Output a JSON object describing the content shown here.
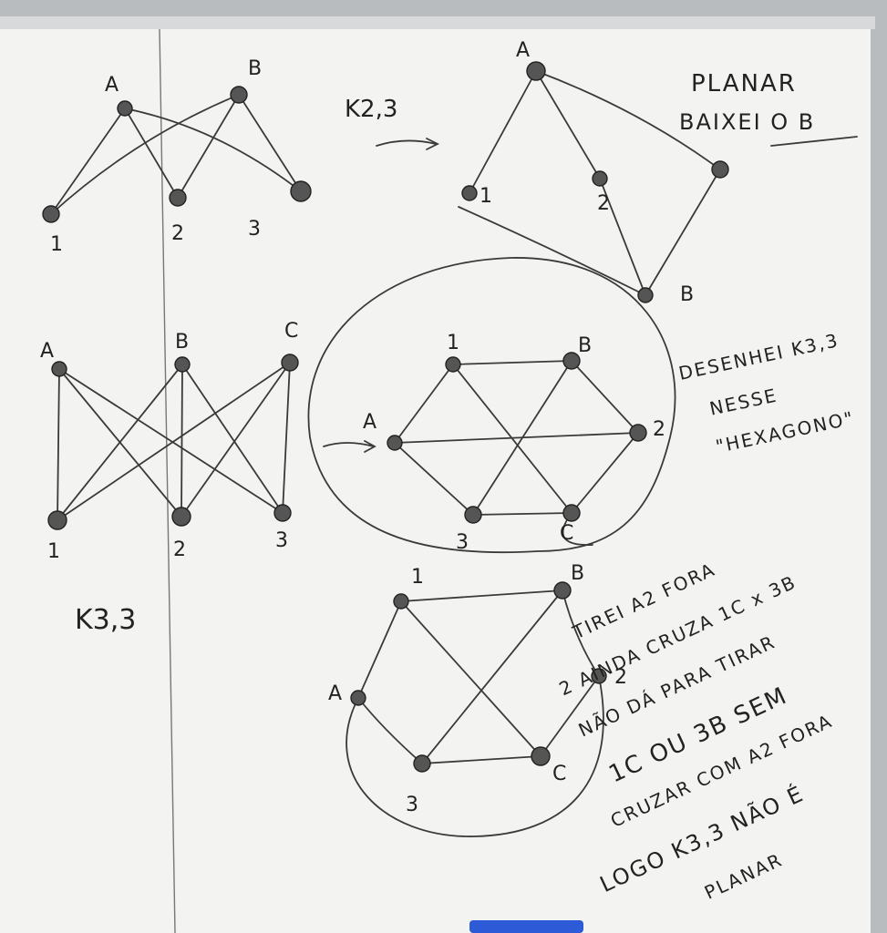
{
  "board": {
    "colors": {
      "surface": "#f3f4f2",
      "frame": "#b9bcbf",
      "marker": "#2b2b2b",
      "tray": "#2d5ad6"
    }
  },
  "k23_bipartite": {
    "top": [
      "A",
      "B"
    ],
    "bottom": [
      "1",
      "2",
      "3"
    ],
    "label": "K2,3"
  },
  "k23_planar": {
    "nodes": [
      "A",
      "1",
      "2",
      "B"
    ]
  },
  "note_planar": {
    "line1": "PLANAR",
    "line2": "BAIXEI O B"
  },
  "k33_bipartite": {
    "top": [
      "A",
      "B",
      "C"
    ],
    "bottom": [
      "1",
      "2",
      "3"
    ],
    "label": "K3,3"
  },
  "hexagon": {
    "nodes": [
      "1",
      "B",
      "2",
      "C",
      "3",
      "A"
    ]
  },
  "note_hexagon": {
    "line1": "DESENHEI K3,3",
    "line2": "NESSE",
    "line3": "\"HEXAGONO\""
  },
  "hexagon_bottom": {
    "nodes": [
      "1",
      "B",
      "2",
      "C",
      "3",
      "A"
    ]
  },
  "note_conclusion": {
    "line1": "TIREI A2 FORA",
    "line2": "2 AINDA CRUZA 1C x 3B",
    "line3": "NÃO DÁ PARA TIRAR",
    "line4": "1C OU 3B SEM",
    "line5": "CRUZAR COM A2 FORA",
    "line6": "LOGO K3,3 NÃO É",
    "line7": "PLANAR"
  }
}
